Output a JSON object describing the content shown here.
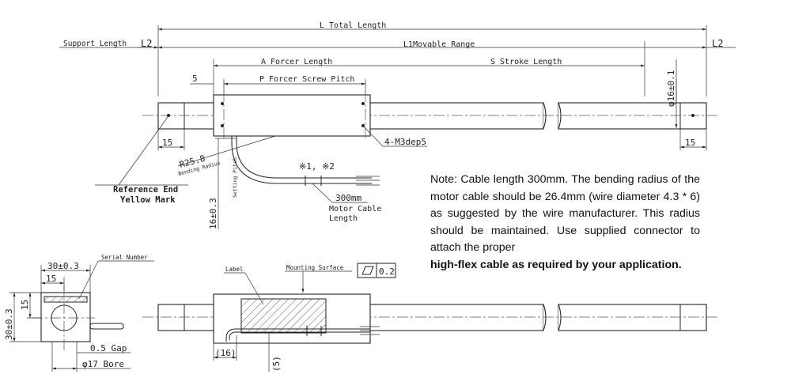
{
  "labels": {
    "total_length": "L Total Length",
    "support_length": "Support Length",
    "l2_left": "L2",
    "l2_right": "L2",
    "movable_range": "L1Movable Range",
    "forcer_length": "A Forcer Length",
    "stroke_length": "S Stroke Length",
    "forcer_screw_pitch": "P Forcer Screw Pitch",
    "dim_5": "5",
    "dim_15_left": "15",
    "dim_15_right": "15",
    "diameter": "φ16±0.1",
    "bend_radius": "R25.8",
    "bending_radius_text": "Bending Radius",
    "screw_spec": "4-M3dep5",
    "setting_pitch": "16±0.3",
    "setting_pitch_text": "Setting Pitch",
    "notes_marks": "※1, ※2",
    "cable_length": "300mm",
    "motor_cable_length": "Motor Cable\nLength",
    "reference_end": "Reference End",
    "yellow_mark": "Yellow Mark",
    "serial_number": "Serial Number",
    "width_30": "30±0.3",
    "height_30": "30±0.3",
    "dim_15_top": "15",
    "dim_15_side": "15",
    "gap": "0.5 Gap",
    "bore": "φ17 Bore",
    "label": "Label",
    "mounting_surface": "Mounting Surface",
    "flatness": "0.2",
    "dim_16": "(16)",
    "dim_5_paren": "(5)"
  },
  "note": {
    "text": "Note: Cable length 300mm. The bending radius of the motor cable should be 26.4mm (wire diameter 4.3 * 6) as suggested by the wire manufacturer. This radius should be maintained. Use supplied connector to attach the proper",
    "bold_text": "high-flex cable as required by your application."
  }
}
